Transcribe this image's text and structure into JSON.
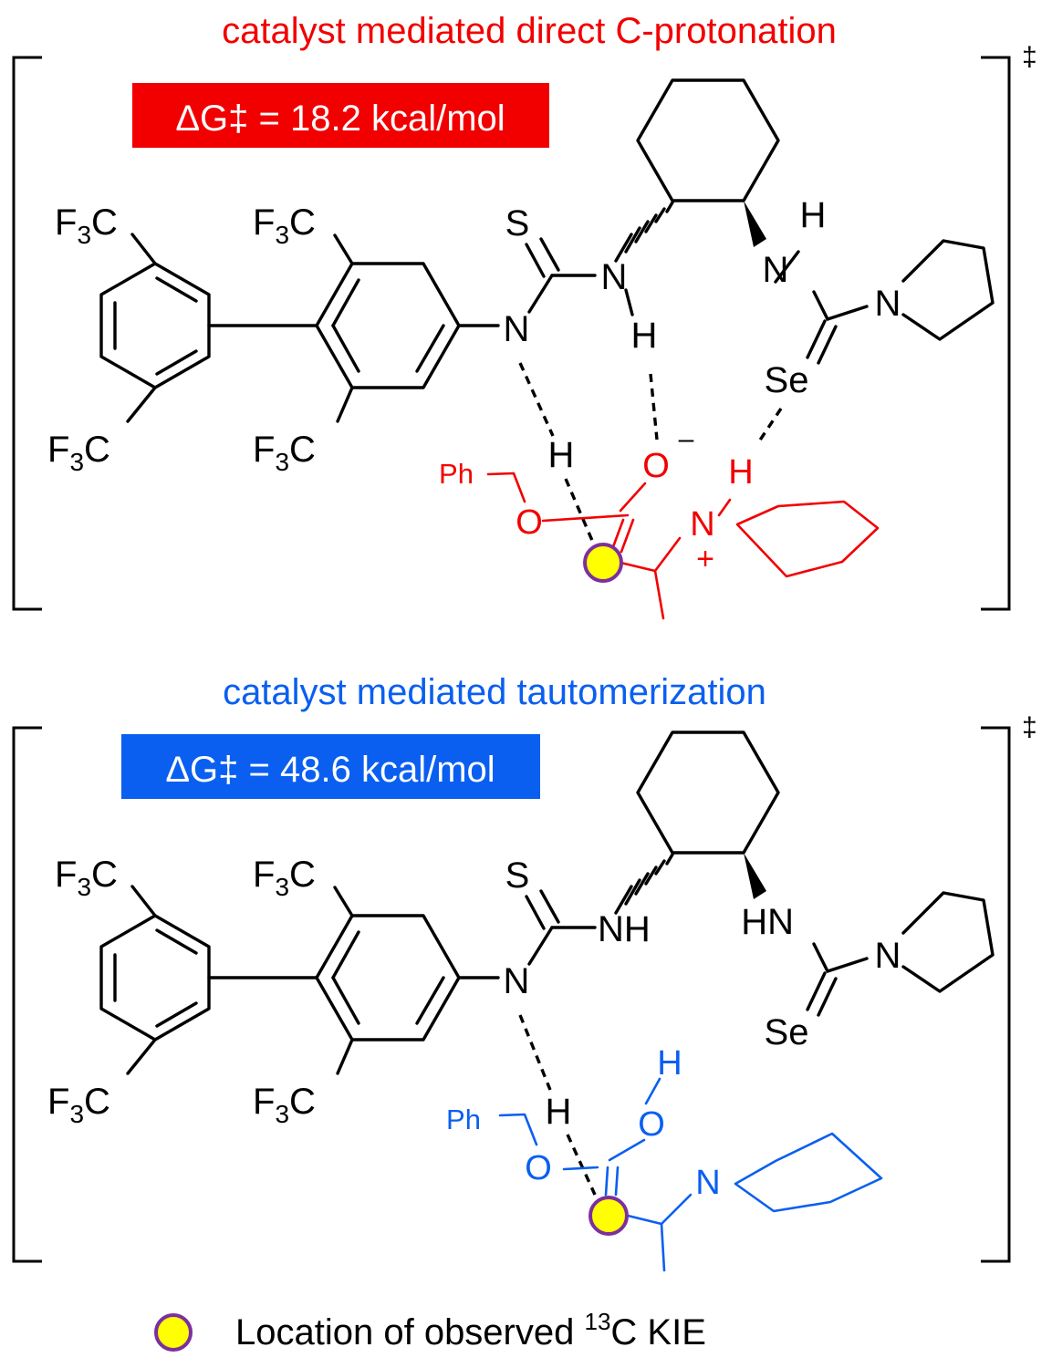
{
  "colors": {
    "top_accent": "#f20000",
    "bottom_accent": "#0a5ff0",
    "kie_marker_fill": "#ffff00",
    "kie_marker_ring": "#7d2f9e"
  },
  "top_panel": {
    "title": "catalyst mediated direct C-protonation",
    "energy_label": "ΔG‡ = 18.2 kcal/mol",
    "ts_symbol": "‡"
  },
  "bottom_panel": {
    "title": "catalyst mediated tautomerization",
    "energy_label": "ΔG‡ = 48.6 kcal/mol",
    "ts_symbol": "‡"
  },
  "atoms": {
    "f3c": "F",
    "f3c_sub": "3",
    "f3c_end": "C",
    "s": "S",
    "n": "N",
    "h": "H",
    "nh": "NH",
    "hn": "HN",
    "se": "Se",
    "o": "O",
    "o_minus": "–",
    "plus": "+",
    "ph": "Ph"
  },
  "legend": {
    "text": "Location of observed ",
    "isotope_mass": "13",
    "isotope_rest": "C KIE",
    "marker_icon": "kie-marker-icon"
  }
}
